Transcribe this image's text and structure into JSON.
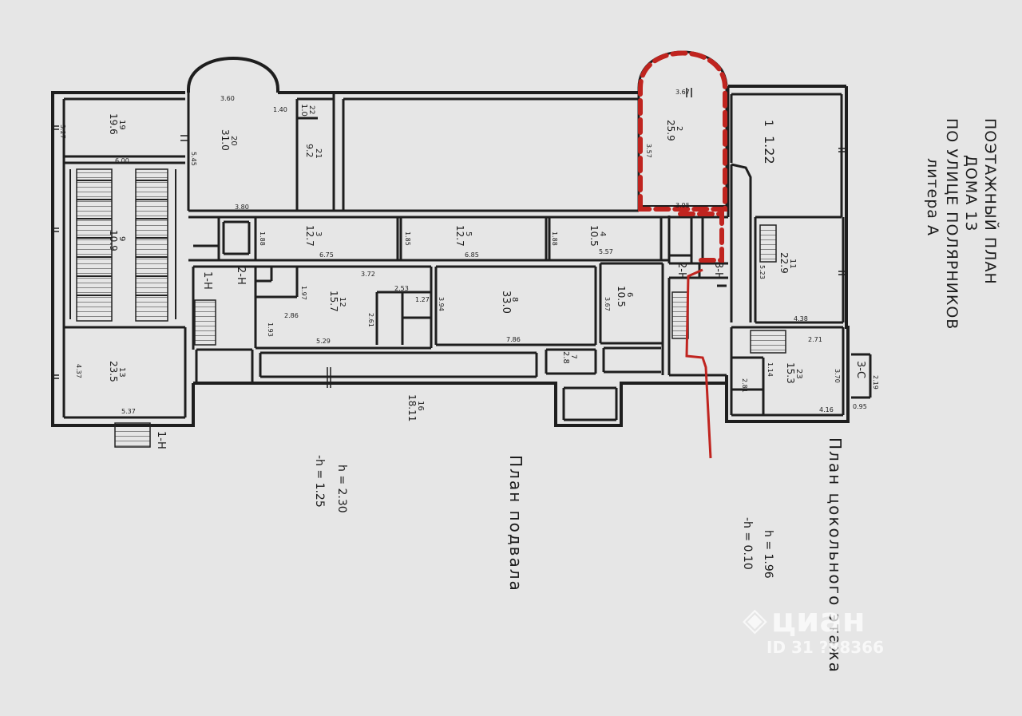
{
  "title_block": {
    "line1": "ПОЭТАЖНЫЙ ПЛАН",
    "line2": "ДОМА 13",
    "line3": "ПО УЛИЦЕ ПОЛЯРНИКОВ",
    "line4": "литера   А"
  },
  "basement": {
    "caption": "План  подвала",
    "h": "h  =  2.30",
    "minus_h": "-h  =  1.25"
  },
  "ground_floor": {
    "caption": "План  цокольного  этажа",
    "h": "h  =  1.96",
    "minus_h": "-h  =  0.10"
  },
  "watermark": {
    "brand": "циан",
    "id_text": "ID 31 ?88366"
  },
  "entrances": [
    "1-Н",
    "1-Н",
    "2-Н",
    "2-Н",
    "3-Н",
    "3-С"
  ],
  "rooms": [
    {
      "no": "19",
      "area": "19.6"
    },
    {
      "no": "20",
      "area": "31.0"
    },
    {
      "no": "21",
      "area": "9.2"
    },
    {
      "no": "22",
      "area": "1.0"
    },
    {
      "no": "2",
      "area": "25.9"
    },
    {
      "no": "1",
      "area": "1.22"
    },
    {
      "no": "11",
      "area": "22.9"
    },
    {
      "no": "3",
      "area": "12.7"
    },
    {
      "no": "5",
      "area": "12.7"
    },
    {
      "no": "4",
      "area": "10.5"
    },
    {
      "no": "6",
      "area": "10.5"
    },
    {
      "no": "8",
      "area": "33.0"
    },
    {
      "no": "12",
      "area": "15.7"
    },
    {
      "no": "13",
      "area": "23.5"
    },
    {
      "no": "16",
      "area": "18.11"
    },
    {
      "no": "23",
      "area": "15.3"
    },
    {
      "no": "9",
      "area": "10.9"
    },
    {
      "no": "7",
      "area": "2.8"
    }
  ],
  "dimensions": [
    "3.60",
    "1.40",
    "3.67",
    "5.45",
    "3.57",
    "3.80",
    "3.95",
    "6.00",
    "5.37",
    "4.37",
    "3.27",
    "6.75",
    "6.85",
    "5.57",
    "3.72",
    "3.94",
    "3.67",
    "7.86",
    "5.29",
    "2.86",
    "1.97",
    "1.93",
    "4.38",
    "2.71",
    "3.70",
    "4.16",
    "0.95",
    "2.19",
    "1.14",
    "2.81",
    "5.23",
    "1.88",
    "1.85",
    "1.88",
    "2.53",
    "1.27",
    "2.61"
  ],
  "colors": {
    "paper": "#e6e6e6",
    "ink": "#1e1e1e",
    "marker": "#c0241f"
  }
}
